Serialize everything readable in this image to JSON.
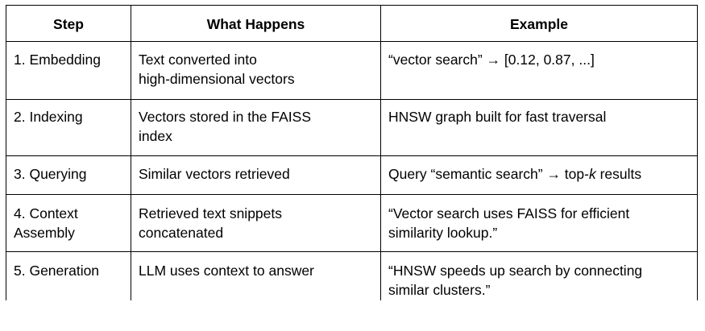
{
  "table": {
    "headers": [
      "Step",
      "What Happens",
      "Example"
    ],
    "rows": [
      {
        "step": [
          "1. Embedding"
        ],
        "what": [
          "Text converted into",
          "high-dimensional vectors"
        ],
        "example": [
          "“vector search” → [0.12, 0.87, ...]"
        ]
      },
      {
        "step": [
          "2. Indexing"
        ],
        "what": [
          "Vectors stored in the FAISS",
          "index"
        ],
        "example": [
          "HNSW graph built for fast traversal"
        ]
      },
      {
        "step": [
          "3. Querying"
        ],
        "what": [
          "Similar vectors retrieved"
        ],
        "example_parts": [
          "Query “semantic search” → top-",
          "k",
          " results"
        ]
      },
      {
        "step": [
          "4. Context",
          "Assembly"
        ],
        "what": [
          "Retrieved text snippets",
          "concatenated"
        ],
        "example": [
          "“Vector search uses FAISS for efficient",
          "similarity lookup.”"
        ]
      },
      {
        "step": [
          "5. Generation"
        ],
        "what": [
          "LLM uses context to answer"
        ],
        "example": [
          "“HNSW speeds up search by connecting",
          "similar clusters.”"
        ]
      }
    ]
  }
}
